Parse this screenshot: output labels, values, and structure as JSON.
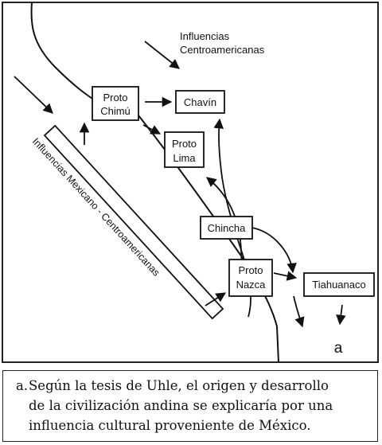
{
  "diagram": {
    "influence_top_line1": "Influencias",
    "influence_top_line2": "Centroamericanas",
    "influence_diagonal": "Influencias Mexicano - Centroamericanas",
    "proto_chimu_line1": "Proto",
    "proto_chimu_line2": "Chimú",
    "chavin": "Chavín",
    "proto_lima_line1": "Proto",
    "proto_lima_line2": "Lima",
    "chincha": "Chincha",
    "proto_nazca_line1": "Proto",
    "proto_nazca_line2": "Nazca",
    "tiahuanaco": "Tiahuanaco",
    "panel_letter": "a"
  },
  "caption": {
    "letter": "a.",
    "line1": "Según la tesis  de Uhle, el origen  y desarrollo",
    "line2": "de la civilización andina se explicaría por una",
    "line3": "influencia cultural proveniente de México."
  }
}
